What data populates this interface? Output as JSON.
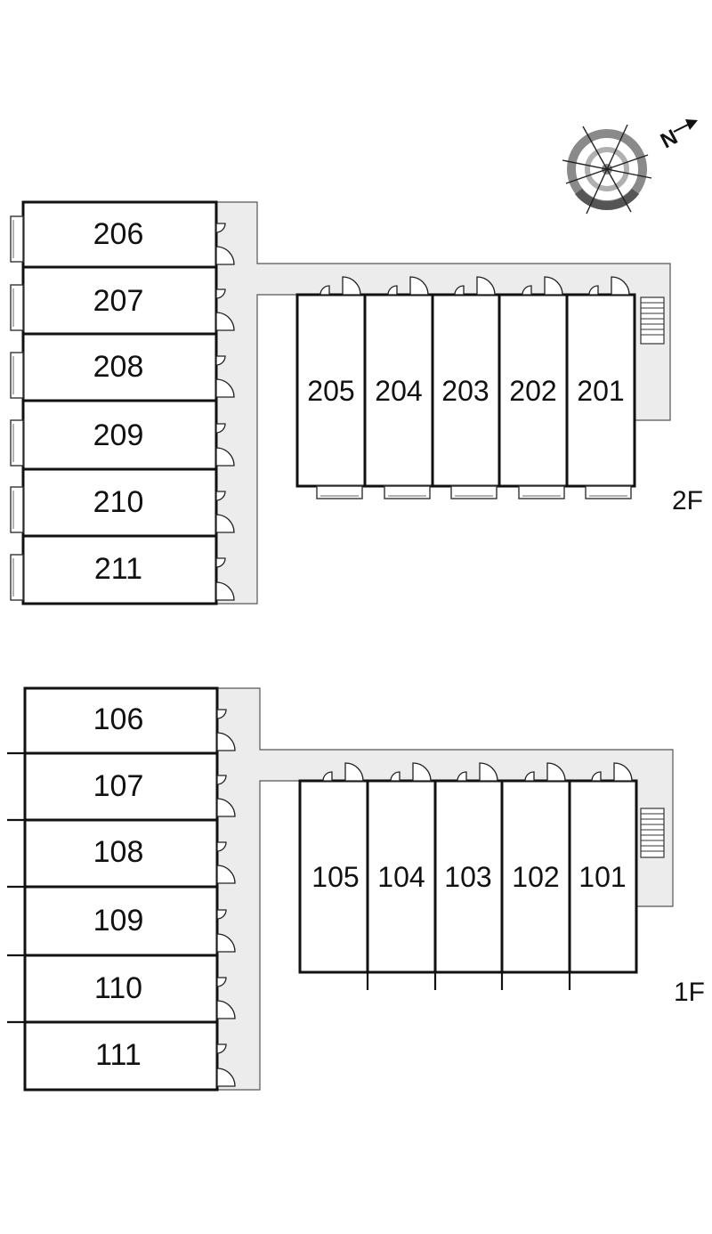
{
  "floors": [
    {
      "label": "2F",
      "west_units": [
        "206",
        "207",
        "208",
        "209",
        "210",
        "211"
      ],
      "east_units": [
        "205",
        "204",
        "203",
        "202",
        "201"
      ]
    },
    {
      "label": "1F",
      "west_units": [
        "106",
        "107",
        "108",
        "109",
        "110",
        "111"
      ],
      "east_units": [
        "105",
        "104",
        "103",
        "102",
        "101"
      ]
    }
  ],
  "compass": {
    "label": "N",
    "icon": "north-arrow-icon"
  },
  "colors": {
    "line": "#111111",
    "corridor": "#ececec",
    "compass_ring": "#8a8a8a"
  }
}
